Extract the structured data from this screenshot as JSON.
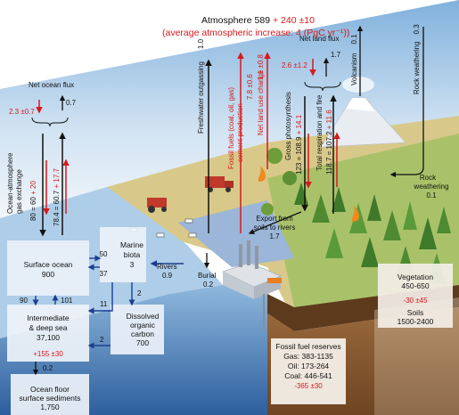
{
  "atmosphere": {
    "title_black": "Atmosphere 589",
    "title_red": " + 240 ±10",
    "increase": "(average atmospheric increase: 4 (PgC yr⁻¹))"
  },
  "ocean_flux": {
    "label": "Net ocean flux",
    "red": "2.3 ±0.7",
    "black": "0.7"
  },
  "land_flux": {
    "label": "Net land flux",
    "red": "2.6 ±1.2",
    "black": "1.7"
  },
  "gas_exchange": {
    "label_line1": "Ocean-atmosphere",
    "label_line2": "gas exchange",
    "down_black": "80 = 60",
    "down_red": " + 20",
    "up_black": "78.4 = 60.7",
    "up_red": " + 17.7"
  },
  "freshwater": {
    "label": "Freshwater outgassing",
    "value": "1.0"
  },
  "fossil": {
    "line1": "Fossil fuels (coal, oil, gas)",
    "line2": "cement production",
    "value": "7.8 ±0.6"
  },
  "land_use": {
    "label": "Net land use change",
    "value": "1.1 ±0.8"
  },
  "photosynthesis": {
    "label": "Gross photosynthesis",
    "value_black": "123 = 108.9",
    "value_red": " + 14.1"
  },
  "respiration": {
    "label": "Total respiration and fire",
    "value_black": "118.7 = 107.2",
    "value_red": " + 11.6"
  },
  "volcanism": {
    "label": "Volcanism",
    "value": "0.1"
  },
  "rock_weathering_top": {
    "label": "Rock weathering",
    "value": "0.3"
  },
  "rock_weathering_side": {
    "line1": "Rock",
    "line2": "weathering",
    "value": "0.1"
  },
  "export": {
    "line1": "Export from",
    "line2": "soils to rivers",
    "value": "1.7"
  },
  "rivers": {
    "label": "Rivers",
    "value": "0.9"
  },
  "burial": {
    "label": "Burial",
    "value": "0.2"
  },
  "surface_ocean": {
    "label": "Surface ocean",
    "value": "900",
    "to_biota": "50",
    "from_biota": "37",
    "down": "90",
    "up": "101"
  },
  "marine_biota": {
    "line1": "Marine",
    "line2": "biota",
    "value": "3",
    "to_doc": "2"
  },
  "intermediate": {
    "line1": "Intermediate",
    "line2": "& deep sea",
    "value": "37,100",
    "red": "+155 ±30",
    "from_doc": "2",
    "up_biota": "11"
  },
  "doc": {
    "line1": "Dissolved",
    "line2": "organic",
    "line3": "carbon",
    "value": "700"
  },
  "sediments": {
    "flux": "0.2",
    "line1": "Ocean floor",
    "line2": "surface sediments",
    "value": "1,750"
  },
  "reserves": {
    "title": "Fossil fuel reserves",
    "gas": "Gas: 383-1135",
    "oil": "Oil: 173-264",
    "coal": "Coal: 446-541",
    "red": "-365 ±30"
  },
  "vegetation": {
    "label": "Vegetation",
    "value": "450-650",
    "red": "-30 ±45",
    "soils_label": "Soils",
    "soils_value": "1500-2400"
  },
  "colors": {
    "black": "#111111",
    "red": "#d7191c",
    "ocean": "#2a6fb5",
    "dark_blue": "#1b3f8f"
  }
}
